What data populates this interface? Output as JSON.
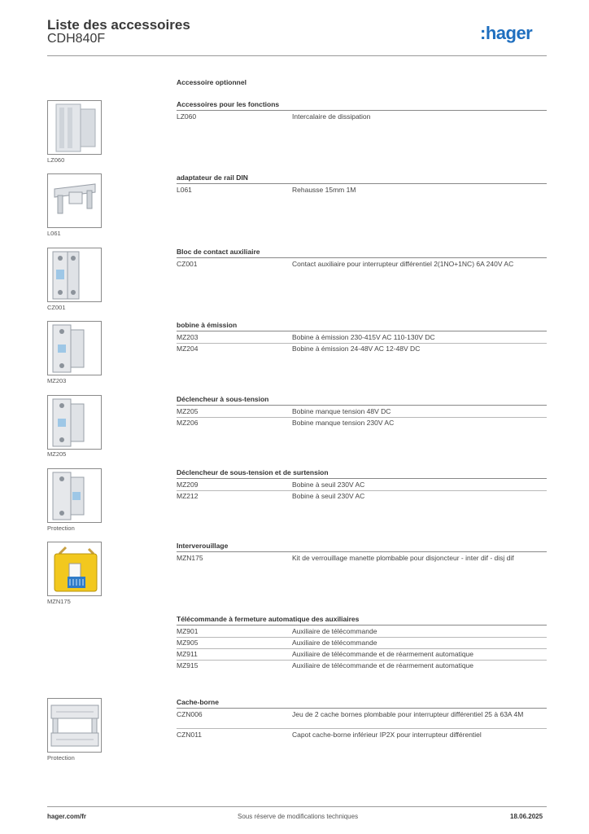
{
  "header": {
    "title": "Liste des accessoires",
    "subtitle": "CDH840F",
    "logo": ":hager",
    "brand_color": "#1f6fbf"
  },
  "section_title": "Accessoire optionnel",
  "groups": [
    {
      "title": "Accessoires pour les fonctions",
      "image_caption": "LZ060",
      "image_icon": "spacer-accessory-image",
      "rows": [
        {
          "ref": "LZ060",
          "desc": "Intercalaire de dissipation"
        }
      ]
    },
    {
      "title": "adaptateur de rail DIN",
      "image_caption": "L061",
      "image_icon": "din-rail-riser-image",
      "rows": [
        {
          "ref": "L061",
          "desc": "Rehausse 15mm 1M"
        }
      ]
    },
    {
      "title": "Bloc de contact auxiliaire",
      "image_caption": "CZ001",
      "image_icon": "auxiliary-contact-image",
      "rows": [
        {
          "ref": "CZ001",
          "desc": "Contact auxiliaire pour interrupteur différentiel 2(1NO+1NC) 6A 240V AC"
        }
      ]
    },
    {
      "title": "bobine à émission",
      "image_caption": "MZ203",
      "image_icon": "shunt-trip-image",
      "rows": [
        {
          "ref": "MZ203",
          "desc": "Bobine à émission 230-415V AC 110-130V DC"
        },
        {
          "ref": "MZ204",
          "desc": "Bobine à émission 24-48V AC 12-48V DC"
        }
      ]
    },
    {
      "title": "Déclencheur à sous-tension",
      "image_caption": "MZ205",
      "image_icon": "undervoltage-release-image",
      "rows": [
        {
          "ref": "MZ205",
          "desc": "Bobine manque tension 48V DC"
        },
        {
          "ref": "MZ206",
          "desc": "Bobine manque tension 230V AC"
        }
      ]
    },
    {
      "title": "Déclencheur de sous-tension et de surtension",
      "image_caption": "Protection",
      "image_icon": "voltage-release-image",
      "rows": [
        {
          "ref": "MZ209",
          "desc": "Bobine à seuil 230V AC"
        },
        {
          "ref": "MZ212",
          "desc": "Bobine à seuil 230V AC"
        }
      ]
    },
    {
      "title": "Interverouillage",
      "image_caption": "MZN175",
      "image_icon": "padlock-kit-image",
      "rows": [
        {
          "ref": "MZN175",
          "desc": "Kit de verrouillage manette plombable pour disjoncteur - inter dif - disj dif"
        }
      ]
    },
    {
      "title": "Télécommande à fermeture automatique des auxiliaires",
      "image_caption": "",
      "image_icon": "",
      "rows": [
        {
          "ref": "MZ901",
          "desc": "Auxiliaire de télécommande"
        },
        {
          "ref": "MZ905",
          "desc": "Auxiliaire de télécommande"
        },
        {
          "ref": "MZ911",
          "desc": "Auxiliaire de télécommande et de réarmement automatique"
        },
        {
          "ref": "MZ915",
          "desc": "Auxiliaire de télécommande et de réarmement automatique"
        }
      ]
    },
    {
      "title": "Cache-borne",
      "image_caption": "Protection",
      "image_icon": "terminal-cover-image",
      "rows": [
        {
          "ref": "CZN006",
          "desc": "Jeu de 2 cache bornes plombable pour interrupteur différentiel 25 à 63A 4M"
        },
        {
          "ref": "CZN011",
          "desc": "Capot cache-borne inférieur IP2X pour interrupteur différentiel"
        }
      ]
    }
  ],
  "footer": {
    "left": "hager.com/fr",
    "center": "Sous réserve de modifications techniques",
    "right": "18.06.2025"
  }
}
